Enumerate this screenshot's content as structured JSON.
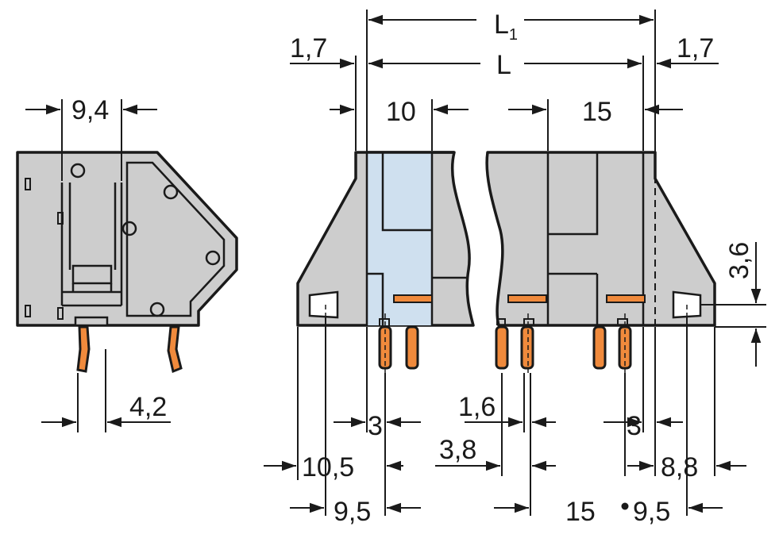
{
  "colors": {
    "body_gray": "#cdcdcd",
    "pole_blue": "#cfe0ef",
    "pin_orange": "#f08a3c",
    "outline": "#1a1a1a",
    "background": "#ffffff"
  },
  "side_view": {
    "dim_top": "9,4",
    "dim_bottom": "4,2"
  },
  "front_view": {
    "L1": {
      "main": "L",
      "sub": "1"
    },
    "L": "L",
    "left_offset": "1,7",
    "right_offset": "1,7",
    "pitch_left": "10",
    "pitch_right": "15",
    "height_dim": "3,6",
    "bottom_left": {
      "d1": "3",
      "d2": "10,5",
      "d3": "9,5"
    },
    "bottom_mid": {
      "d1": "1,6",
      "d2": "3,8",
      "d3": "15"
    },
    "bottom_right": {
      "d1": "3",
      "d2": "8,8",
      "d3": "9,5"
    }
  }
}
